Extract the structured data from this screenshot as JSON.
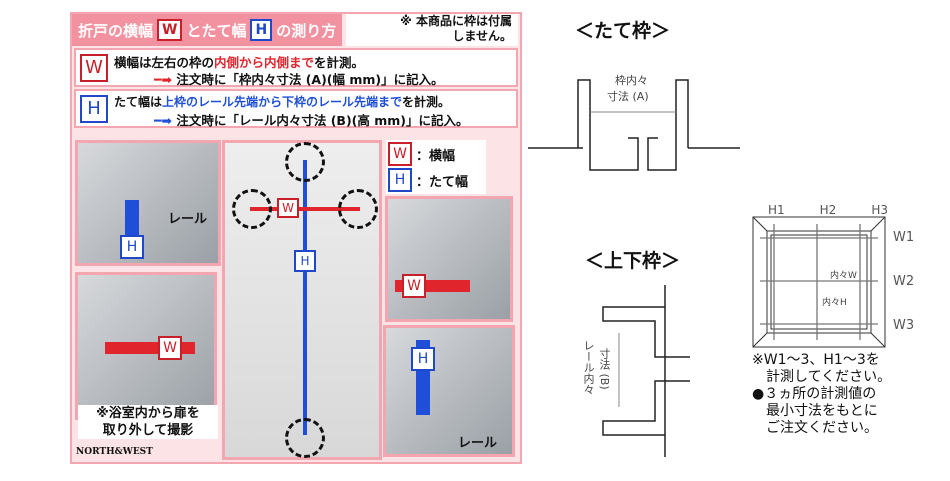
{
  "title": {
    "prefix": "折戸の横幅",
    "w": "W",
    "mid": "とたて幅",
    "h": "H",
    "suffix": "の測り方"
  },
  "note": [
    "※ 本商品に枠は付属",
    "しません。"
  ],
  "w_row": {
    "tag": "W",
    "line1_a": "横幅は左右の枠の",
    "line1_b": "内側から内側まで",
    "line1_c": "を計測。",
    "line2": "注文時に「枠内々寸法 (A)(幅 mm)」に記入。"
  },
  "h_row": {
    "tag": "H",
    "line1_a": "たて幅は",
    "line1_b": "上枠のレール先端から下枠のレール先端まで",
    "line1_c": "を計測。",
    "line2": "注文時に「レール内々寸法 (B)(高 mm)」に記入。"
  },
  "legend": {
    "w": "W",
    "w_label": "：横幅",
    "h": "H",
    "h_label": "：たて幅"
  },
  "photo_labels": {
    "rail": "レール",
    "w": "W",
    "h": "H"
  },
  "caption": [
    "※浴室内から扉を",
    "取り外して撮影"
  ],
  "brand": "NORTH&WEST",
  "vertical_frame": {
    "heading": "＜たて枠＞",
    "label1": "枠内々",
    "label2": "寸法 (A)"
  },
  "hz_frame": {
    "heading": "＜上下枠＞",
    "label1": "レール内々",
    "label2": "寸法 (B)"
  },
  "grid": {
    "h": [
      "H1",
      "H2",
      "H3"
    ],
    "w": [
      "W1",
      "W2",
      "W3"
    ],
    "inner_w": "内々W",
    "inner_h": "内々H"
  },
  "instructions": [
    "※W1～3、H1～3を",
    "計測してください。",
    "●３ヵ所の計測値の",
    "最小寸法をもとに",
    "ご注文ください。"
  ],
  "colors": {
    "red": "#e0252d",
    "blue": "#1f4fd8",
    "pink": "#f2919f"
  }
}
